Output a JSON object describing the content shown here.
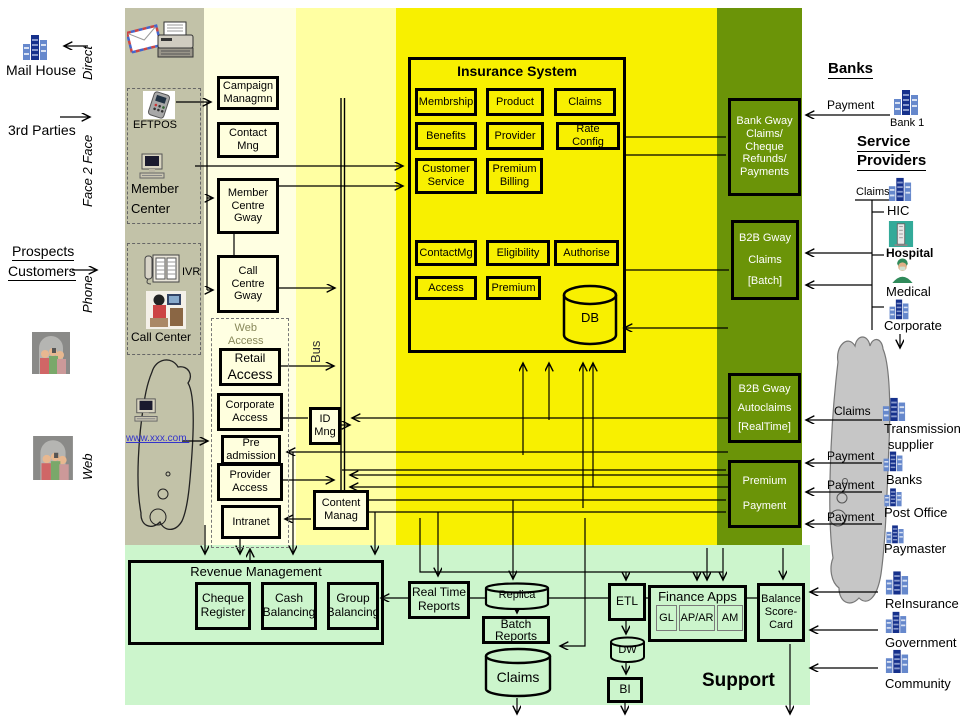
{
  "colors": {
    "tan": "#C2C2A8",
    "band1": "#FFFFE2",
    "band2": "#FFFFA2",
    "yellow": "#F8F000",
    "dark_green": "#6B9408",
    "light_green": "#CCF5CC",
    "box_fill": "#FFFFDE",
    "link_blue": "#3333CC",
    "hospital_teal": "#33AA99"
  },
  "left": {
    "mail_house": "Mail House",
    "direct": "Direct",
    "third_parties": "3rd Parties",
    "face2face": "Face 2 Face",
    "prospects": "Prospects",
    "customers": "Customers",
    "phone": "Phone",
    "web": "Web"
  },
  "tan": {
    "eftpos": "EFTPOS",
    "member1": "Member",
    "member2": "Center",
    "ivr": "IVR",
    "call_center": "Call Center",
    "url": "www.xxx.com."
  },
  "gw": {
    "campaign1": "Campaign",
    "campaign2": "Managmn",
    "contact1": "Contact",
    "contact2": "Mng",
    "member1": "Member",
    "member2": "Centre",
    "member3": "Gway",
    "call1": "Call",
    "call2": "Centre",
    "call3": "Gway",
    "web_access1": "Web",
    "web_access2": "Access",
    "retail1": "Retail",
    "retail2": "Access",
    "corp1": "Corporate",
    "corp2": "Access",
    "pre1": "Pre",
    "pre2": "admission",
    "prov1": "Provider",
    "prov2": "Access",
    "intranet": "Intranet",
    "id1": "ID",
    "id2": "Mng",
    "content1": "Content",
    "content2": "Manag",
    "bus": "Bus"
  },
  "ins": {
    "title": "Insurance System",
    "membership": "Membrship",
    "product": "Product",
    "claims": "Claims",
    "benefits": "Benefits",
    "provider": "Provider",
    "rate": "Rate Config",
    "customer1": "Customer",
    "customer2": "Service",
    "billing1": "Premium",
    "billing2": "Billing",
    "contactmg": "ContactMg",
    "eligibility": "Eligibility",
    "authorise": "Authorise",
    "access": "Access",
    "premium": "Premium",
    "db": "DB"
  },
  "green": {
    "bank": [
      "Bank Gway",
      "Claims/",
      "Cheque",
      "Refunds/",
      "Payments"
    ],
    "batch": [
      "B2B Gway",
      "Claims",
      "[Batch]"
    ],
    "rt": [
      "B2B Gway",
      "Autoclaims",
      "[RealTime]"
    ],
    "pp": [
      "Premium",
      "Payment"
    ]
  },
  "right": {
    "banks_head": "Banks",
    "payment1": "Payment",
    "bank1": "Bank 1",
    "sp1": "Service",
    "sp2": "Providers",
    "claims1": "Claims",
    "hic": "HIC",
    "hospital": "Hospital",
    "medical": "Medical",
    "corporate": "Corporate",
    "claims2": "Claims",
    "trans1": "Transmission",
    "trans2": "supplier",
    "payment2": "Payment",
    "banks": "Banks",
    "payment3": "Payment",
    "post_office": "Post Office",
    "payment4": "Payment",
    "paymaster": "Paymaster",
    "reinsurance": "ReInsurance",
    "government": "Government",
    "community": "Community"
  },
  "bottom": {
    "revenue": "Revenue Management",
    "cheque1": "Cheque",
    "cheque2": "Register",
    "cash1": "Cash",
    "cash2": "Balancing",
    "group1": "Group",
    "group2": "Balancing",
    "rtr1": "Real Time",
    "rtr2": "Reports",
    "replica": "Replica",
    "batch1": "Batch",
    "batch2": "Reports",
    "claims": "Claims",
    "etl": "ETL",
    "dw": "DW",
    "bi": "BI",
    "finance": "Finance Apps",
    "gl": "GL",
    "apar": "AP/AR",
    "am": "AM",
    "bsc1": "Balance",
    "bsc2": "Score-",
    "bsc3": "Card",
    "support": "Support"
  }
}
